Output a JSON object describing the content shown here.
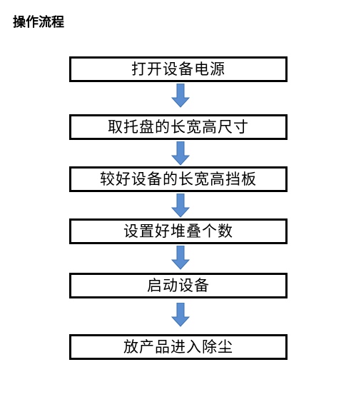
{
  "heading": "操作流程",
  "colors": {
    "box_border": "#000000",
    "arrow_fill": "#5b8fd1",
    "arrow_stroke": "#3a6fb3"
  },
  "steps": [
    {
      "label": "打开设备电源"
    },
    {
      "label": "取托盘的长宽高尺寸"
    },
    {
      "label": "较好设备的长宽高挡板"
    },
    {
      "label": "设置好堆叠个数"
    },
    {
      "label": "启动设备"
    },
    {
      "label": "放产品进入除尘"
    }
  ],
  "arrow_icon": "down-arrow-icon"
}
